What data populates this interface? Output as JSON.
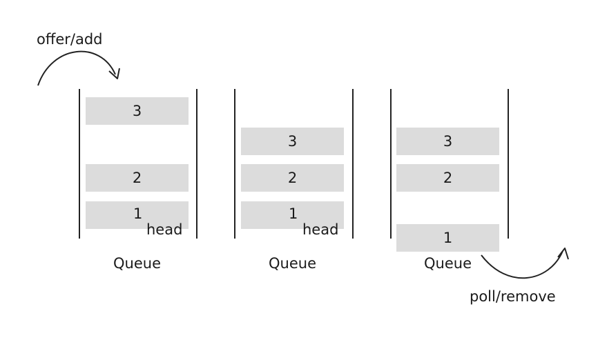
{
  "labels": {
    "enqueue": "offer/add",
    "dequeue": "poll/remove",
    "head": "head",
    "queue": "Queue"
  },
  "queues": [
    {
      "blocks": [
        "3",
        "2",
        "1"
      ],
      "head_marker": "head",
      "caption": "Queue"
    },
    {
      "blocks": [
        "3",
        "2",
        "1"
      ],
      "head_marker": "head",
      "caption": "Queue"
    },
    {
      "blocks": [
        "3",
        "2",
        "1"
      ],
      "caption": "Queue"
    }
  ],
  "colors": {
    "block_fill": "#dcdcdc",
    "line": "#222222",
    "text": "#1a1a1a"
  }
}
